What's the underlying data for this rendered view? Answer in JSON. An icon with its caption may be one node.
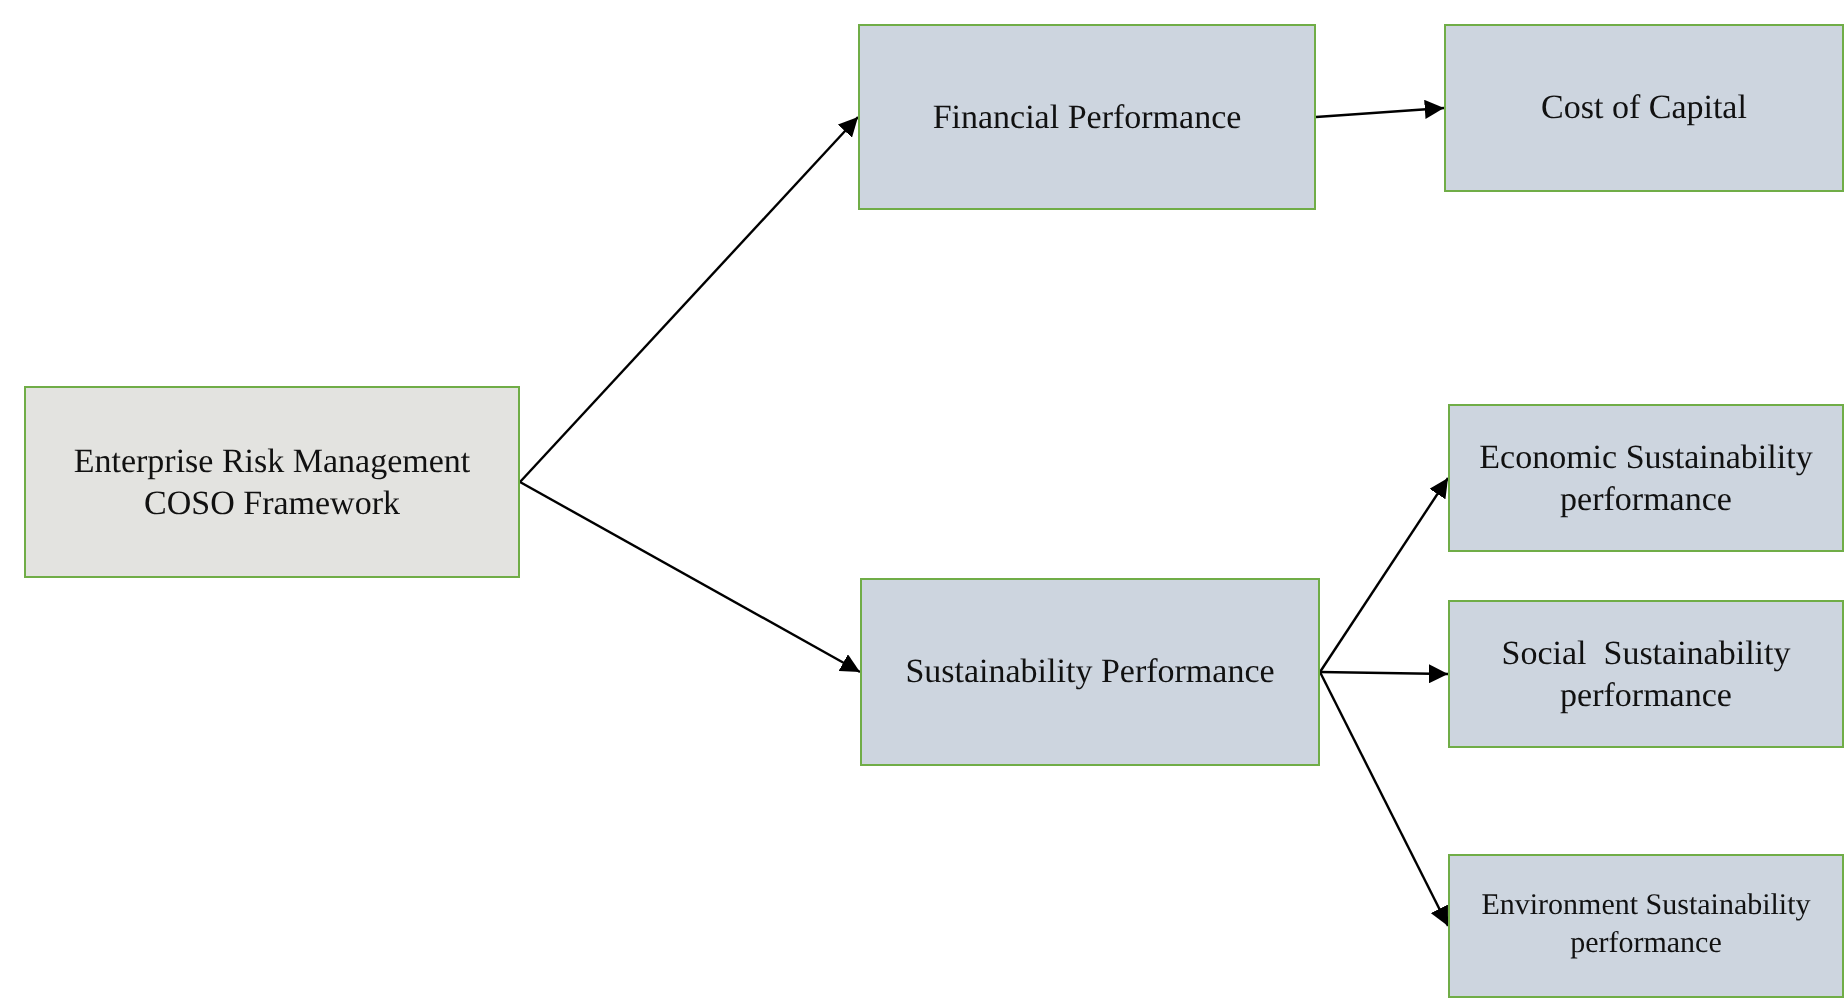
{
  "diagram": {
    "nodes": [
      {
        "text": [
          "Enterprise Risk Management COSO Framework"
        ]
      },
      {
        "text": [
          "Financial Performance"
        ]
      },
      {
        "text": [
          "Cost of Capital"
        ]
      },
      {
        "text": [
          "Sustainability Performance"
        ]
      },
      {
        "text": [
          "Economic Sustainability performance"
        ]
      },
      {
        "text": [
          "Social  Sustainability performance"
        ]
      },
      {
        "text": [
          "Environment Sustainability performance"
        ]
      }
    ],
    "edges": [
      {
        "from": 0,
        "to": 1,
        "arrow": "to"
      },
      {
        "from": 0,
        "to": 3,
        "arrow": "to"
      },
      {
        "from": 1,
        "to": 2,
        "arrow": "to"
      },
      {
        "from": 3,
        "to": 4,
        "arrow": "to"
      },
      {
        "from": 3,
        "to": 5,
        "arrow": "to"
      },
      {
        "from": 3,
        "to": 6,
        "arrow": "to"
      }
    ]
  }
}
